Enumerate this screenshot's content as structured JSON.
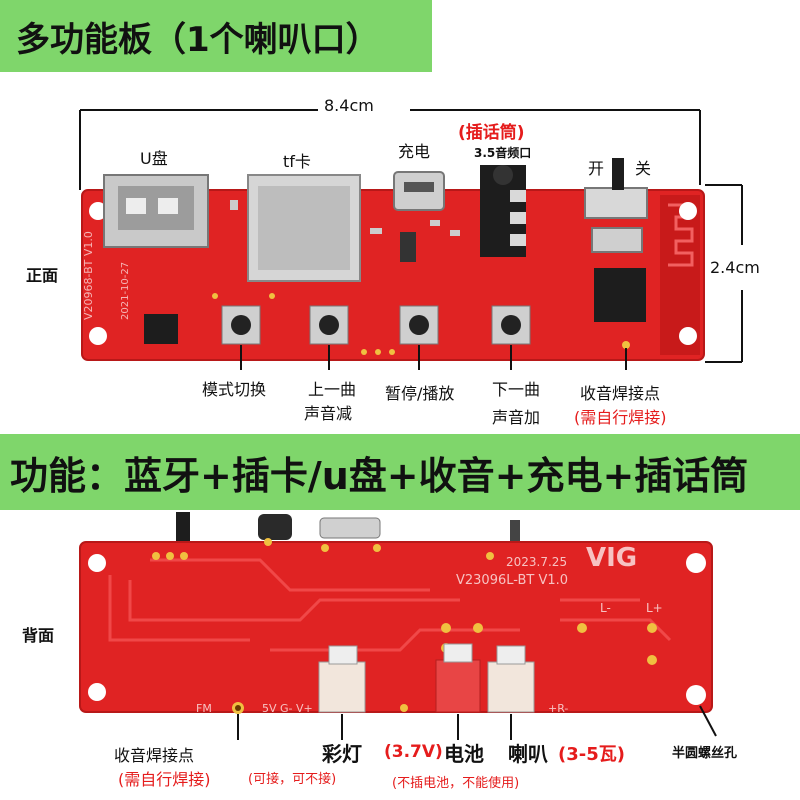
{
  "title": "多功能板（1个喇叭口）",
  "features": "功能：蓝牙+插卡/u盘+收音+充电+插话筒",
  "front": {
    "side_label": "正面",
    "width_dim": "8.4cm",
    "height_dim": "2.4cm",
    "udisk": "U盘",
    "tfcard": "tf卡",
    "charge": "充电",
    "mic_plug": "(插话筒)",
    "audio_jack": "3.5音频口",
    "switch_on": "开",
    "switch_off": "关",
    "btn_mode": "模式切换",
    "btn_prev_l1": "上一曲",
    "btn_prev_l2": "声音减",
    "btn_pause": "暂停/播放",
    "btn_next_l1": "下一曲",
    "btn_next_l2": "声音加",
    "radio_point": "收音焊接点",
    "radio_note": "(需自行焊接)",
    "pcb_model": "V20968-BT V1.0",
    "pcb_date": "2021-10-27"
  },
  "back": {
    "side_label": "背面",
    "pcb_date": "2023.7.25",
    "pcb_model": "V23096L-BT V1.0",
    "pcb_brand": "VIG",
    "radio_point": "收音焊接点",
    "radio_note": "(需自行焊接)",
    "light": "彩灯",
    "light_note": "(可接，可不接)",
    "battery_volt": "(3.7V)",
    "battery": "电池",
    "battery_note": "(不插电池，不能使用)",
    "speaker": "喇叭",
    "speaker_watt": "(3-5瓦)",
    "screw_hole": "半圆螺丝孔",
    "silk_fm": "FM",
    "silk_light": "5V G- V+",
    "silk_r": "+R-",
    "silk_l_minus": "L-",
    "silk_l_plus": "L+"
  },
  "colors": {
    "banner": "#7fd66b",
    "pcb": "#e02323",
    "pcb_dark": "#b81818",
    "accent_red": "#e51c1c"
  }
}
